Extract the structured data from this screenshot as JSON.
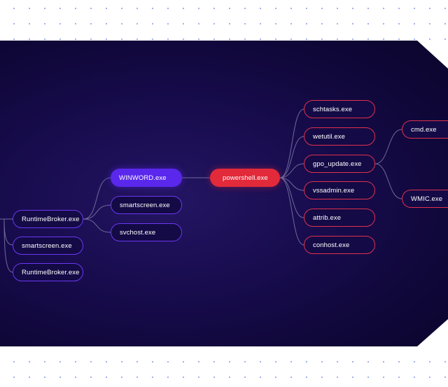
{
  "nodes": {
    "winword": "WINWORD.exe",
    "powershell": "powershell.exe",
    "smartscreen_mid": "smartscreen.exe",
    "svchost": "svchost.exe",
    "runtimebroker_a": "RuntimeBroker.exe",
    "smartscreen_left": "smartscreen.exe",
    "runtimebroker_b": "RuntimeBroker.exe",
    "schtasks": "schtasks.exe",
    "wetutil": "wetutil.exe",
    "gpo_update": "gpo_update.exe",
    "vssadmin": "vssadmin.exe",
    "attrib": "attrib.exe",
    "conhost": "conhost.exe",
    "cmd": "cmd.exe",
    "wmic": "WMIC.exe"
  },
  "colors": {
    "background": "#140a45",
    "purple": "#6a37f2",
    "red": "#e0304e",
    "link": "#6e6a99"
  }
}
